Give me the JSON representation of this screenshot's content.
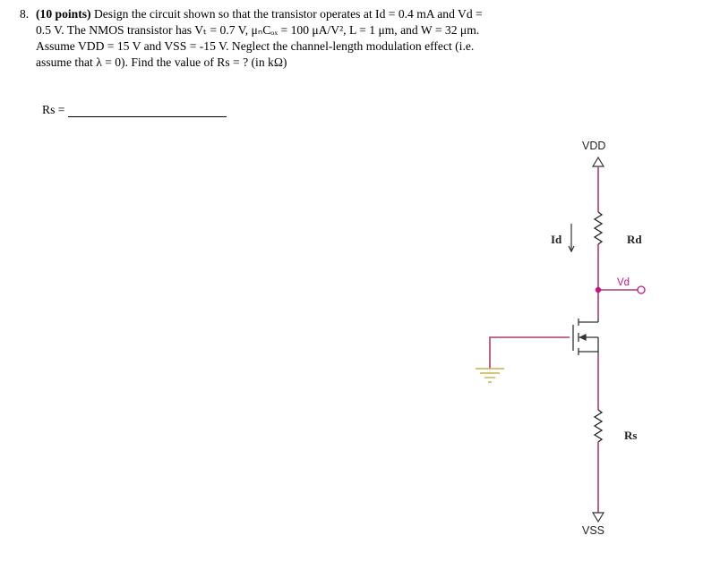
{
  "question": {
    "number": "8.",
    "points": "(10 points)",
    "line1": " Design the circuit shown so that the transistor operates at Id = 0.4 mA and Vd =",
    "line2": "0.5 V.  The NMOS transistor has Vₜ = 0.7 V, μₙCₒₓ = 100 μA/V², L = 1 μm, and W = 32 μm.",
    "line3": "Assume VDD = 15 V and VSS = -15 V.  Neglect the channel-length modulation effect (i.e.",
    "line4": "assume that λ = 0).  Find the value of Rs = ? (in kΩ)"
  },
  "answer": {
    "label": "Rs ="
  },
  "circuit": {
    "vdd_label": "VDD",
    "vss_label": "VSS",
    "id_label": "Id",
    "rd_label": "Rd",
    "rs_label": "Rs",
    "vd_label": "Vd",
    "wire_color": "#b03a6a",
    "node_color": "#c0168a",
    "ground_color": "#c9b24a"
  }
}
